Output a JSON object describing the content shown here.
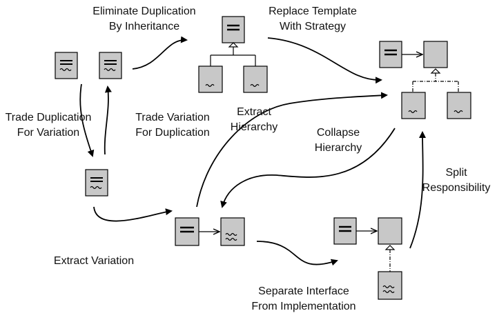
{
  "labels": {
    "eliminate_duplication": [
      "Eliminate Duplication",
      "By Inheritance"
    ],
    "replace_template": [
      "Replace Template",
      "With Strategy"
    ],
    "trade_duplication": [
      "Trade Duplication",
      "For Variation"
    ],
    "trade_variation": [
      "Trade Variation",
      "For Duplication"
    ],
    "extract_hierarchy": [
      "Extract",
      "Hierarchy"
    ],
    "collapse_hierarchy": [
      "Collapse",
      "Hierarchy"
    ],
    "split_responsibility": [
      "Split",
      "Responsibility"
    ],
    "extract_variation": [
      "Extract Variation"
    ],
    "separate_interface": [
      "Separate Interface",
      "From Implementation"
    ]
  },
  "colors": {
    "box_fill": "#c8c8c8",
    "stroke": "#000000",
    "background": "#ffffff"
  }
}
